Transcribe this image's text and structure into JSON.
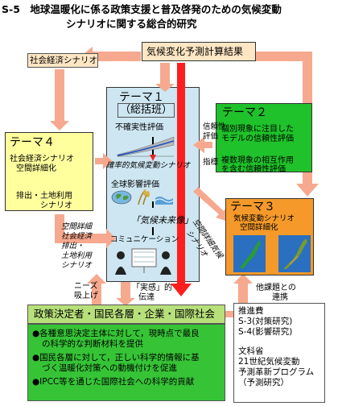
{
  "title": {
    "line1": "S-5　地球温暖化に係る政策支援と普及啓発のための気候変動",
    "line2": "シナリオに関する総合的研究"
  },
  "top_box": {
    "label": "気候変化予測計算結果"
  },
  "socio_box": {
    "label": "社会経済シナリオ"
  },
  "theme1": {
    "name": "テーマ１",
    "subtitle": "（総括班）",
    "uncertainty": "不確実性評価",
    "prob_scenario": "確率的気候変動シナリオ",
    "global_impact": "全球影響評価",
    "future_image": "「気候未来像」",
    "communication": "コミュニケーション"
  },
  "theme2": {
    "name": "テーマ２",
    "line1": "個別現象に注目した",
    "line2": "モデルの信頼性評価",
    "line3": "複数現象の相互作用",
    "line4": "を含む信頼性評価"
  },
  "theme3": {
    "name": "テーマ３",
    "line1": "気候変動シナリオ",
    "line2": "空間詳細化"
  },
  "theme4": {
    "name": "テーマ４",
    "line1": "社会経済シナリオ",
    "line2": "空間詳細化",
    "line3": "排出・土地利用",
    "line4": "シナリオ"
  },
  "labels": {
    "reliability": [
      "信頼性",
      "評価",
      "指標"
    ],
    "spatial_climate": [
      "空間詳細気候",
      "シナリオ"
    ],
    "spatial_detail": [
      "空間詳細",
      "社会経済",
      "排出・",
      "土地利用",
      "シナリオ"
    ],
    "needs": [
      "ニーズ",
      "吸上げ"
    ],
    "realistic": [
      "「実感」的",
      "伝達"
    ],
    "other_collab": [
      "他課題との",
      "連携"
    ]
  },
  "policy": {
    "header": "政策決定者・国民各層・企業・国際社会",
    "bullets": [
      [
        "●各種意思決定主体に対して，現時点で最良",
        "の科学的な判断材料を提供"
      ],
      [
        "●国民各層に対して，正しい科学的情報に基",
        "づく温暖化対策への動機付けを促進"
      ],
      [
        "●IPCC等を通じた国際社会への科学的貢献"
      ]
    ]
  },
  "promotion": {
    "lines": [
      "推進費",
      "S-3(対策研究)",
      "S-4(影響研究)",
      "",
      "文科省",
      "21世紀気候変動",
      "予測革新プログラム",
      "（予測研究）"
    ]
  },
  "colors": {
    "theme_box": "#cde6f2",
    "theme2_fill": "#1fc22a",
    "theme3_fill": "#f59a2a",
    "theme4_fill": "#ffff9e",
    "top_fill": "#fde6c3",
    "arrow_red": "#ff1e1e",
    "arrow_salmon": "#f6a98e",
    "policy_header": "#b7e07a",
    "policy_body": "#36c436"
  }
}
